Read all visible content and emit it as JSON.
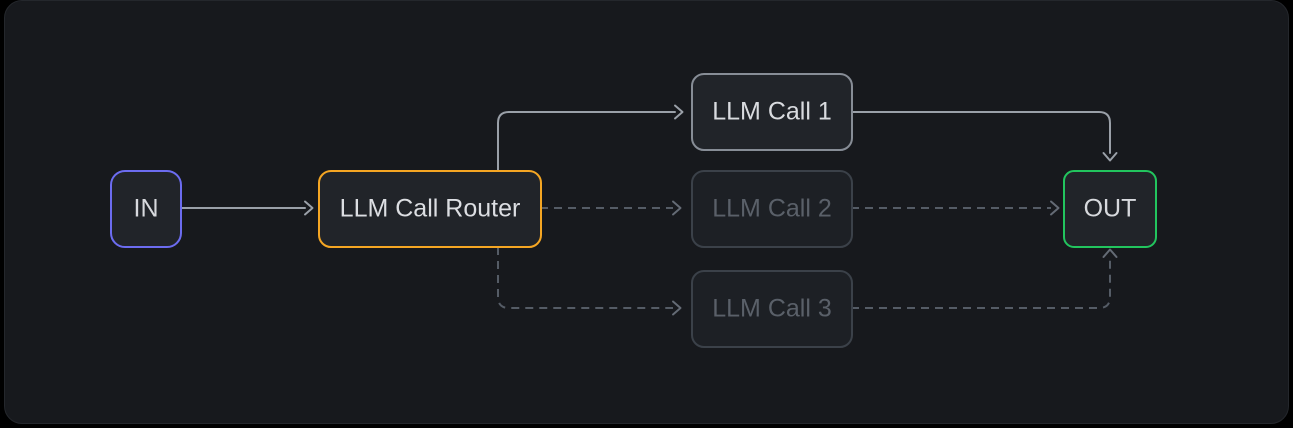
{
  "canvas": {
    "background": "#17191d",
    "page_background": "#000000",
    "border_color": "#24272c"
  },
  "palette": {
    "in_border": "#6c6cf0",
    "router_border": "#f5a623",
    "out_border": "#22c55e",
    "active_border": "#878d96",
    "dim_border": "#3b4149",
    "active_text": "#d9dbdf",
    "dim_text": "#5a6069",
    "solid_edge": "#9aa0a8",
    "dashed_edge": "#555c66",
    "node_fill": "#212429"
  },
  "nodes": {
    "input": {
      "label": "IN",
      "state": "active",
      "border": "#6c6cf0"
    },
    "router": {
      "label": "LLM Call Router",
      "state": "active",
      "border": "#f5a623"
    },
    "call1": {
      "label": "LLM Call 1",
      "state": "active",
      "border": "#878d96"
    },
    "call2": {
      "label": "LLM Call 2",
      "state": "inactive",
      "border": "#3b4149"
    },
    "call3": {
      "label": "LLM Call 3",
      "state": "inactive",
      "border": "#3b4149"
    },
    "output": {
      "label": "OUT",
      "state": "active",
      "border": "#22c55e"
    }
  },
  "edges": [
    {
      "name": "in-to-router",
      "from": "input",
      "to": "router",
      "style": "solid"
    },
    {
      "name": "router-to-call1",
      "from": "router",
      "to": "call1",
      "style": "solid"
    },
    {
      "name": "router-to-call2",
      "from": "router",
      "to": "call2",
      "style": "dashed"
    },
    {
      "name": "router-to-call3",
      "from": "router",
      "to": "call3",
      "style": "dashed"
    },
    {
      "name": "call1-to-out",
      "from": "call1",
      "to": "output",
      "style": "solid"
    },
    {
      "name": "call2-to-out",
      "from": "call2",
      "to": "output",
      "style": "dashed"
    },
    {
      "name": "call3-to-out",
      "from": "call3",
      "to": "output",
      "style": "dashed"
    }
  ]
}
